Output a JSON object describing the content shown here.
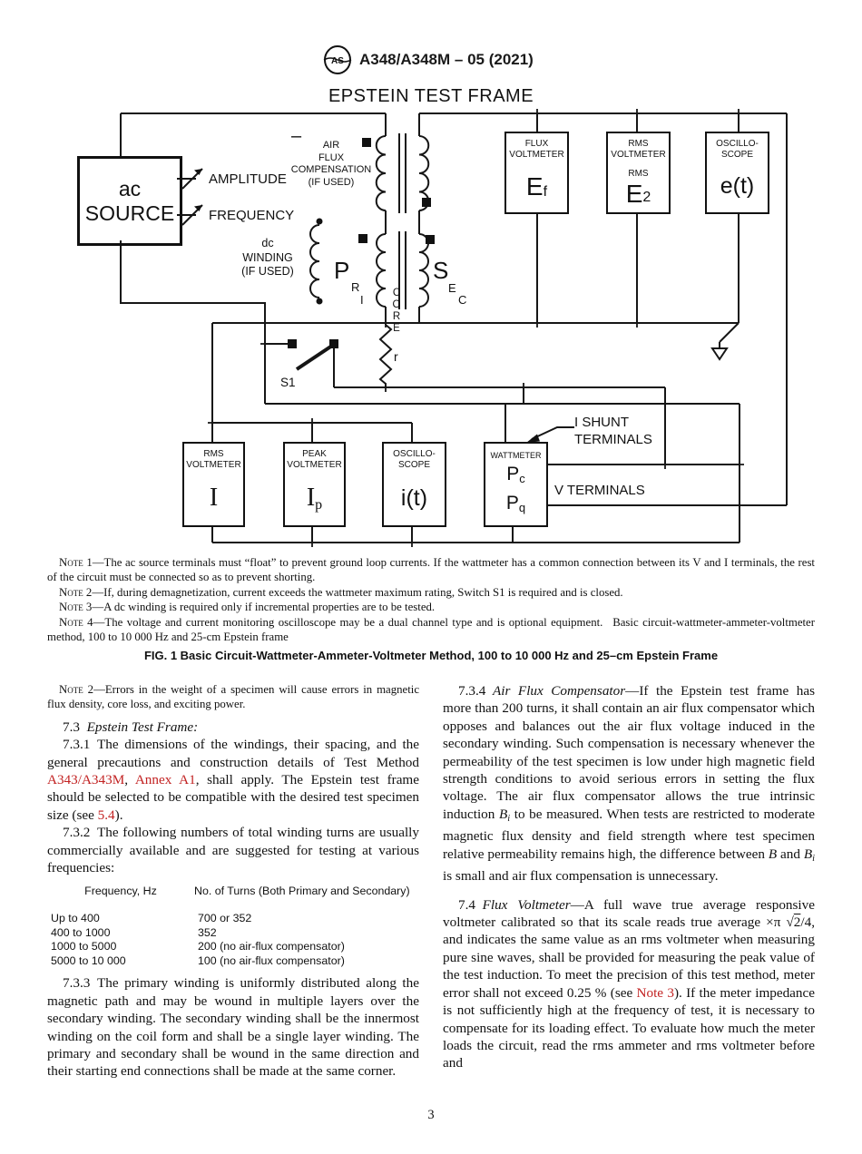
{
  "header": {
    "standard_id": "A348/A348M – 05 (2021)",
    "logo_text": "ASTM"
  },
  "figure": {
    "title": "EPSTEIN TEST FRAME",
    "labels": {
      "ac1": "ac",
      "ac2": "SOURCE",
      "amplitude": "AMPLITUDE",
      "frequency": "FREQUENCY",
      "minus": "–",
      "afc1": "AIR",
      "afc2": "FLUX",
      "afc3": "COMPENSATION",
      "afc4": "(IF USED)",
      "dc1": "dc",
      "dc2": "WINDING",
      "dc3": "(IF USED)",
      "p": "P",
      "pr": "R",
      "pi": "I",
      "s": "S",
      "se": "E",
      "sc": "C",
      "core": "CORE",
      "r": "r",
      "s1": "S1",
      "ishunt1": "I SHUNT",
      "ishunt2": "TERMINALS",
      "vterm": "V TERMINALS"
    },
    "meters": {
      "flux_voltmeter": {
        "line1": "FLUX",
        "line2": "VOLTMETER",
        "sym": "E",
        "sub": "f"
      },
      "rms_voltmeter_e2": {
        "line1": "RMS",
        "line2": "VOLTMETER",
        "mid": "RMS",
        "sym": "E",
        "sub": "2"
      },
      "oscilloscope_e": {
        "line1": "OSCILLO-",
        "line2": "SCOPE",
        "sym": "e(t)"
      },
      "rms_voltmeter_i": {
        "line1": "RMS",
        "line2": "VOLTMETER",
        "sym": "I"
      },
      "peak_voltmeter": {
        "line1": "PEAK",
        "line2": "VOLTMETER",
        "sym": "I",
        "sub": "p"
      },
      "oscilloscope_i": {
        "line1": "OSCILLO-",
        "line2": "SCOPE",
        "sym": "i(t)"
      },
      "wattmeter": {
        "line1": "WATTMETER",
        "sym1": "P",
        "sub1": "c",
        "sym2": "P",
        "sub2": "q"
      }
    },
    "notes": [
      {
        "label": "Note 1",
        "text": "—The ac source terminals must “float” to prevent ground loop currents. If the wattmeter has a common connection between its V and I terminals, the rest of the circuit must be connected so as to prevent shorting."
      },
      {
        "label": "Note 2",
        "text": "—If, during demagnetization, current exceeds the wattmeter maximum rating, Switch S1 is required and is closed."
      },
      {
        "label": "Note 3",
        "text": "—A dc winding is required only if incremental properties are to be tested."
      },
      {
        "label": "Note 4",
        "text": "—The voltage and current monitoring oscilloscope may be a dual channel type and is optional equipment.  Basic circuit-wattmeter-ammeter-voltmeter method, 100 to 10 000 Hz and 25-cm Epstein frame"
      }
    ],
    "caption": "FIG. 1 Basic Circuit-Wattmeter-Ammeter-Voltmeter Method, 100 to 10 000 Hz and 25–cm Epstein Frame"
  },
  "body": {
    "left": [
      {
        "segments": [
          {
            "t": "Note 2",
            "s": "sc"
          },
          {
            "t": "—Errors in the weight of a specimen will cause errors in magnetic flux density, core loss, and exciting power.",
            "s": "p"
          }
        ]
      },
      {
        "segments": [
          {
            "t": "7.3 ",
            "s": "p"
          },
          {
            "t": "Epstein Test Frame:",
            "s": "i"
          }
        ]
      },
      {
        "segments": [
          {
            "t": "7.3.1 The dimensions of the windings, their spacing, and the general precautions and construction details of Test Method ",
            "s": "p"
          },
          {
            "t": "A343/A343M",
            "s": "l"
          },
          {
            "t": ", ",
            "s": "p"
          },
          {
            "t": "Annex A1",
            "s": "l"
          },
          {
            "t": ", shall apply. The Epstein test frame should be selected to be compatible with the desired test specimen size (see ",
            "s": "p"
          },
          {
            "t": "5.4",
            "s": "l"
          },
          {
            "t": ").",
            "s": "p"
          }
        ]
      },
      {
        "segments": [
          {
            "t": "7.3.2 The following numbers of total winding turns are usually commercially available and are suggested for testing at various frequencies:",
            "s": "p"
          }
        ]
      },
      {
        "segments": [
          {
            "t": "7.3.3 The primary winding is uniformly distributed along the magnetic path and may be wound in multiple layers over the secondary winding. The secondary winding shall be the innermost winding on the coil form and shall be a single layer winding. The primary and secondary shall be wound in the same direction and their starting end connections shall be made at the same corner.",
            "s": "p"
          }
        ]
      }
    ],
    "table": {
      "headers": [
        "Frequency, Hz",
        "No. of Turns (Both Primary and Secondary)"
      ],
      "rows": [
        [
          "Up to 400",
          "700 or 352"
        ],
        [
          "400 to 1000",
          "352"
        ],
        [
          "1000 to 5000",
          "200 (no air-flux compensator)"
        ],
        [
          "5000 to 10 000",
          "100 (no air-flux compensator)"
        ]
      ]
    },
    "right": [
      {
        "segments": [
          {
            "t": "7.3.4 ",
            "s": "p"
          },
          {
            "t": "Air Flux Compensator",
            "s": "i"
          },
          {
            "t": "—If the Epstein test frame has more than 200 turns, it shall contain an air flux compensator which opposes and balances out the air flux voltage induced in the secondary winding. Such compensation is necessary whenever the permeability of the test specimen is low under high magnetic field strength conditions to avoid serious errors in setting the flux voltage. The air flux compensator allows the true intrinsic induction ",
            "s": "p"
          },
          {
            "t": "B",
            "s": "i"
          },
          {
            "t": "i",
            "s": "isub"
          },
          {
            "t": " to be measured. When tests are restricted to moderate magnetic flux density and field strength where test specimen relative permeability remains high, the difference between ",
            "s": "p"
          },
          {
            "t": "B",
            "s": "i"
          },
          {
            "t": " and ",
            "s": "p"
          },
          {
            "t": "B",
            "s": "i"
          },
          {
            "t": "i",
            "s": "isub"
          },
          {
            "t": " is small and air flux compensation is unnecessary.",
            "s": "p"
          }
        ]
      },
      {
        "segments": [
          {
            "t": "7.4 ",
            "s": "p"
          },
          {
            "t": "Flux Voltmeter",
            "s": "i"
          },
          {
            "t": "—A full wave true average responsive voltmeter calibrated so that its scale reads true average ×π ",
            "s": "p"
          },
          {
            "t": "2",
            "s": "sqrt"
          },
          {
            "t": "/4, and indicates the same value as an rms voltmeter when measuring pure sine waves, shall be provided for measuring the peak value of the test induction. To meet the precision of this test method, meter error shall not exceed 0.25 % (see ",
            "s": "p"
          },
          {
            "t": "Note 3",
            "s": "l"
          },
          {
            "t": "). If the meter impedance is not sufficiently high at the frequency of test, it is necessary to compensate for its loading effect. To evaluate how much the meter loads the circuit, read the rms ammeter and rms voltmeter before and",
            "s": "p"
          }
        ]
      }
    ]
  },
  "page_number": "3",
  "colors": {
    "link": "#c22222",
    "ink": "#111111"
  }
}
